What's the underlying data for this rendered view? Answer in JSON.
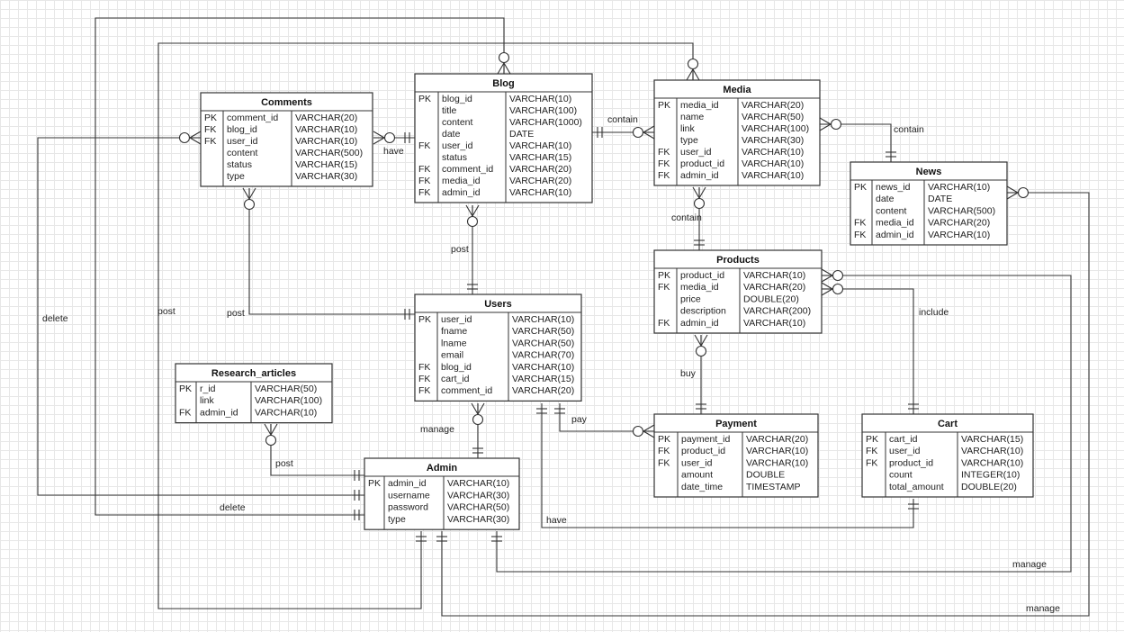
{
  "tables": {
    "blog": {
      "title": "Blog",
      "rows": [
        {
          "key": "PK",
          "name": "blog_id",
          "type": "VARCHAR(10)"
        },
        {
          "key": "",
          "name": "title",
          "type": "VARCHAR(100)"
        },
        {
          "key": "",
          "name": "content",
          "type": "VARCHAR(1000)"
        },
        {
          "key": "",
          "name": "date",
          "type": "DATE"
        },
        {
          "key": "FK",
          "name": "user_id",
          "type": "VARCHAR(10)"
        },
        {
          "key": "",
          "name": "status",
          "type": "VARCHAR(15)"
        },
        {
          "key": "FK",
          "name": "comment_id",
          "type": "VARCHAR(20)"
        },
        {
          "key": "FK",
          "name": "media_id",
          "type": "VARCHAR(20)"
        },
        {
          "key": "FK",
          "name": "admin_id",
          "type": "VARCHAR(10)"
        }
      ]
    },
    "comments": {
      "title": "Comments",
      "rows": [
        {
          "key": "PK",
          "name": "comment_id",
          "type": "VARCHAR(20)"
        },
        {
          "key": "FK",
          "name": "blog_id",
          "type": "VARCHAR(10)"
        },
        {
          "key": "FK",
          "name": "user_id",
          "type": "VARCHAR(10)"
        },
        {
          "key": "",
          "name": "content",
          "type": "VARCHAR(500)"
        },
        {
          "key": "",
          "name": "status",
          "type": "VARCHAR(15)"
        },
        {
          "key": "",
          "name": "type",
          "type": "VARCHAR(30)"
        }
      ]
    },
    "media": {
      "title": "Media",
      "rows": [
        {
          "key": "PK",
          "name": "media_id",
          "type": "VARCHAR(20)"
        },
        {
          "key": "",
          "name": "name",
          "type": "VARCHAR(50)"
        },
        {
          "key": "",
          "name": "link",
          "type": "VARCHAR(100)"
        },
        {
          "key": "",
          "name": "type",
          "type": "VARCHAR(30)"
        },
        {
          "key": "FK",
          "name": "user_id",
          "type": "VARCHAR(10)"
        },
        {
          "key": "FK",
          "name": "product_id",
          "type": "VARCHAR(10)"
        },
        {
          "key": "FK",
          "name": "admin_id",
          "type": "VARCHAR(10)"
        }
      ]
    },
    "news": {
      "title": "News",
      "rows": [
        {
          "key": "PK",
          "name": "news_id",
          "type": "VARCHAR(10)"
        },
        {
          "key": "",
          "name": "date",
          "type": "DATE"
        },
        {
          "key": "",
          "name": "content",
          "type": "VARCHAR(500)"
        },
        {
          "key": "FK",
          "name": "media_id",
          "type": "VARCHAR(20)"
        },
        {
          "key": "FK",
          "name": "admin_id",
          "type": "VARCHAR(10)"
        }
      ]
    },
    "products": {
      "title": "Products",
      "rows": [
        {
          "key": "PK",
          "name": "product_id",
          "type": "VARCHAR(10)"
        },
        {
          "key": "FK",
          "name": "media_id",
          "type": "VARCHAR(20)"
        },
        {
          "key": "",
          "name": "price",
          "type": "DOUBLE(20)"
        },
        {
          "key": "",
          "name": "description",
          "type": "VARCHAR(200)"
        },
        {
          "key": "FK",
          "name": "admin_id",
          "type": "VARCHAR(10)"
        }
      ]
    },
    "users": {
      "title": "Users",
      "rows": [
        {
          "key": "PK",
          "name": "user_id",
          "type": "VARCHAR(10)"
        },
        {
          "key": "",
          "name": "fname",
          "type": "VARCHAR(50)"
        },
        {
          "key": "",
          "name": "lname",
          "type": "VARCHAR(50)"
        },
        {
          "key": "",
          "name": "email",
          "type": "VARCHAR(70)"
        },
        {
          "key": "FK",
          "name": "blog_id",
          "type": "VARCHAR(10)"
        },
        {
          "key": "FK",
          "name": "cart_id",
          "type": "VARCHAR(15)"
        },
        {
          "key": "FK",
          "name": "comment_id",
          "type": "VARCHAR(20)"
        }
      ]
    },
    "research": {
      "title": "Research_articles",
      "rows": [
        {
          "key": "PK",
          "name": "r_id",
          "type": "VARCHAR(50)"
        },
        {
          "key": "",
          "name": "link",
          "type": "VARCHAR(100)"
        },
        {
          "key": "FK",
          "name": "admin_id",
          "type": "VARCHAR(10)"
        }
      ]
    },
    "admin": {
      "title": "Admin",
      "rows": [
        {
          "key": "PK",
          "name": "admin_id",
          "type": "VARCHAR(10)"
        },
        {
          "key": "",
          "name": "username",
          "type": "VARCHAR(30)"
        },
        {
          "key": "",
          "name": "password",
          "type": "VARCHAR(50)"
        },
        {
          "key": "",
          "name": "type",
          "type": "VARCHAR(30)"
        }
      ]
    },
    "payment": {
      "title": "Payment",
      "rows": [
        {
          "key": "PK",
          "name": "payment_id",
          "type": "VARCHAR(20)"
        },
        {
          "key": "FK",
          "name": "product_id",
          "type": "VARCHAR(10)"
        },
        {
          "key": "FK",
          "name": "user_id",
          "type": "VARCHAR(10)"
        },
        {
          "key": "",
          "name": "amount",
          "type": "DOUBLE"
        },
        {
          "key": "",
          "name": "date_time",
          "type": "TIMESTAMP"
        }
      ]
    },
    "cart": {
      "title": "Cart",
      "rows": [
        {
          "key": "PK",
          "name": "cart_id",
          "type": "VARCHAR(15)"
        },
        {
          "key": "FK",
          "name": "user_id",
          "type": "VARCHAR(10)"
        },
        {
          "key": "FK",
          "name": "product_id",
          "type": "VARCHAR(10)"
        },
        {
          "key": "",
          "name": "count",
          "type": "INTEGER(10)"
        },
        {
          "key": "",
          "name": "total_amount",
          "type": "DOUBLE(20)"
        }
      ]
    }
  },
  "relationships": [
    {
      "id": "comments_blog",
      "label": "have"
    },
    {
      "id": "blog_media",
      "label": "contain"
    },
    {
      "id": "media_news",
      "label": "contain"
    },
    {
      "id": "media_products",
      "label": "contain"
    },
    {
      "id": "blog_users",
      "label": "post"
    },
    {
      "id": "comments_users",
      "label": "post"
    },
    {
      "id": "products_payment",
      "label": "buy"
    },
    {
      "id": "products_cart",
      "label": "include"
    },
    {
      "id": "users_payment",
      "label": "pay"
    },
    {
      "id": "users_admin",
      "label": "manage"
    },
    {
      "id": "research_admin",
      "label": "post"
    },
    {
      "id": "users_cart",
      "label": "have"
    },
    {
      "id": "comments_admin",
      "label": "delete"
    },
    {
      "id": "blog_admin",
      "label": "delete"
    },
    {
      "id": "media_admin",
      "label": "post"
    },
    {
      "id": "products_admin",
      "label": "manage"
    },
    {
      "id": "news_admin",
      "label": "manage"
    }
  ]
}
